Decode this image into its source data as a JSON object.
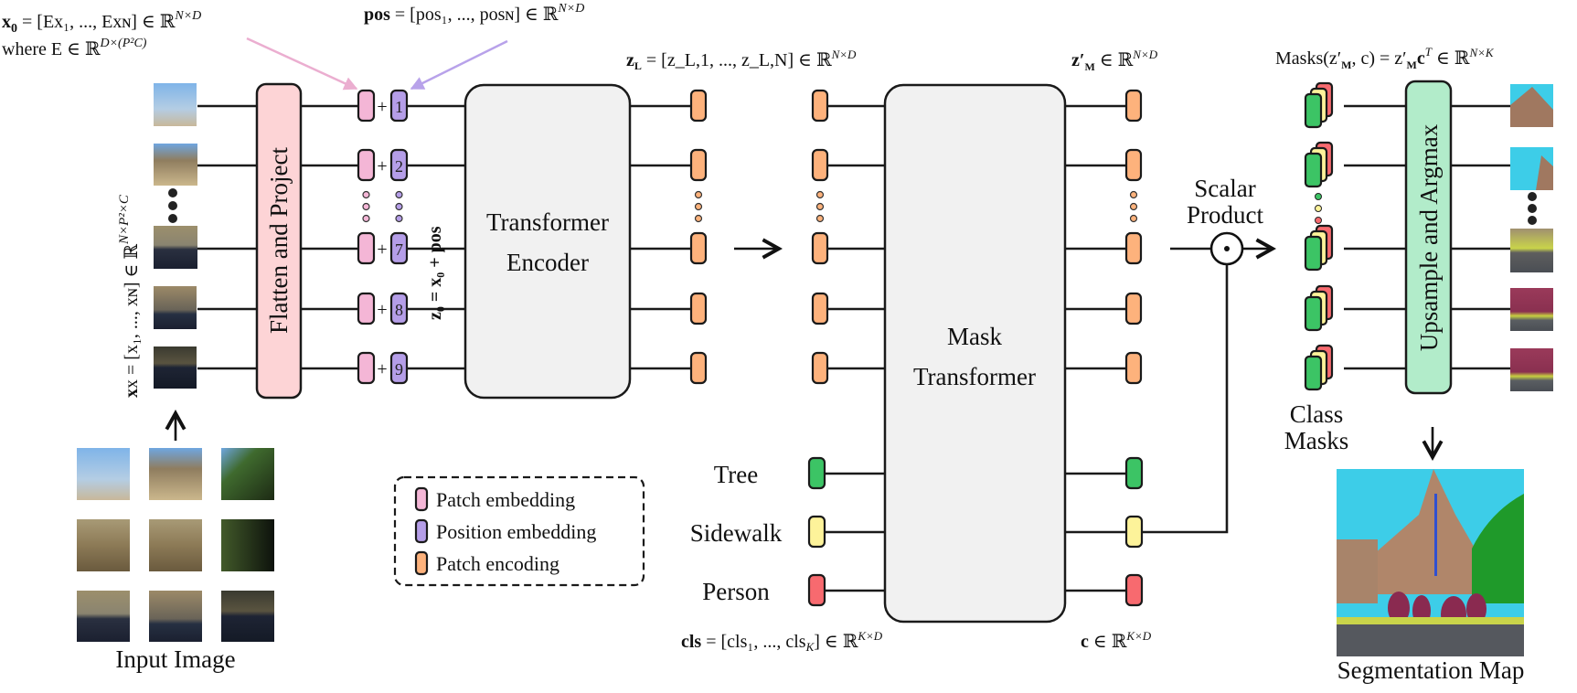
{
  "formulas": {
    "x0": "x₀ = [Ex₁, ..., Exₙ] ∈ ℝ^(N×D)",
    "x0_line1_bold": "x",
    "x0_line1_sub": "0",
    "x0_line1_rest": " = [Ex₁, ..., Exɴ] ∈ ℝ",
    "x0_line1_sup": "N×D",
    "x0_line2": "where E ∈ ℝ",
    "x0_line2_sup": "D×(P²C)",
    "pos_bold": "pos",
    "pos_rest": " = [pos₁, ..., posɴ] ∈ ℝ",
    "pos_sup": "N×D",
    "zL_bold": "z",
    "zL_sub": "L",
    "zL_rest": " = [z_L,1, ..., z_L,N] ∈ ℝ",
    "zL_sup": "N×D",
    "zM_bold": "z′",
    "zM_sub": "M",
    "zM_rest": " ∈ ℝ",
    "zM_sup": "N×D",
    "masks_pre": "Masks(z′",
    "masks_sub1": "M",
    "masks_mid": ", c) = z′",
    "masks_sub2": "M",
    "masks_c": "c",
    "masks_supT": "T",
    "masks_rest": " ∈  ℝ",
    "masks_sup": "N×K",
    "x_vertical": "x = [x₁, ..., xɴ] ∈ ℝ",
    "x_vertical_sup": "N×P²×C",
    "z0_vertical": "z₀ = x₀ + pos",
    "cls_bold": "cls",
    "cls_rest": " = [cls₁, ..., cls",
    "cls_sub": "K",
    "cls_end": "] ∈ ℝ",
    "cls_sup": "K×D",
    "c_bold": "c",
    "c_rest": " ∈ ℝ",
    "c_sup": "K×D"
  },
  "blocks": {
    "flatten": "Flatten and Project",
    "encoder_line1": "Transformer",
    "encoder_line2": "Encoder",
    "mask_line1": "Mask",
    "mask_line2": "Transformer",
    "upsample": "Upsample and Argmax",
    "scalar_line1": "Scalar",
    "scalar_line2": "Product"
  },
  "position_indices": [
    "1",
    "2",
    "7",
    "8",
    "9"
  ],
  "plus_sign": "+",
  "classes": [
    {
      "name": "Tree",
      "color": "#3cc465"
    },
    {
      "name": "Sidewalk",
      "color": "#fdf39a"
    },
    {
      "name": "Person",
      "color": "#f76a6f"
    }
  ],
  "legend": [
    {
      "label": "Patch embedding",
      "color": "#f4b6d6"
    },
    {
      "label": "Position embedding",
      "color": "#b59ee8"
    },
    {
      "label": "Patch encoding",
      "color": "#fdb27c"
    }
  ],
  "captions": {
    "input_image": "Input Image",
    "class_masks_line1": "Class",
    "class_masks_line2": "Masks",
    "segmentation_map": "Segmentation Map"
  },
  "colors": {
    "patch_embedding": "#f4b6d6",
    "position_embedding": "#b59ee8",
    "patch_encoding": "#fdb27c",
    "flatten_block": "#fdd4d6",
    "upsample_block": "#b2ecca",
    "transformer_block": "#f1f1f1",
    "pink_arrow": "#ebaed0",
    "purple_arrow": "#b8a2ea"
  }
}
